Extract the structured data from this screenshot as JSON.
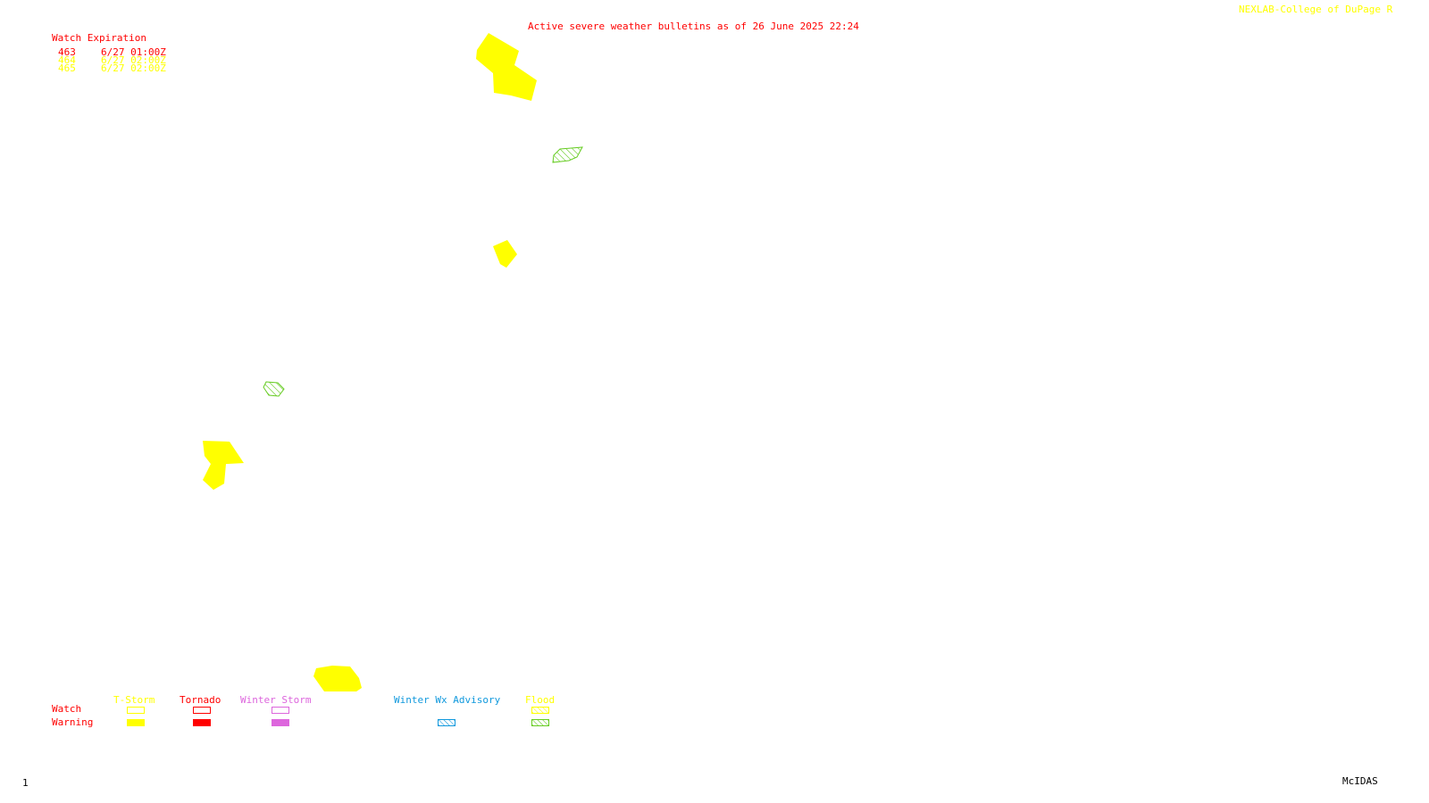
{
  "colors": {
    "red": "#ff0000",
    "yellow": "#ffff00",
    "magenta": "#dd66dd",
    "cyan": "#1199dd",
    "green": "#66cc22",
    "black": "#000000"
  },
  "header": {
    "title": "Active severe weather bulletins as of 26 June 2025 22:24",
    "credit": "NEXLAB-College of DuPage R"
  },
  "watch_table": {
    "heading": "Watch Expiration",
    "rows": [
      {
        "id": "463",
        "expires": "6/27 01:00Z",
        "color": "#ff0000"
      },
      {
        "id": "464",
        "expires": "6/27 02:00Z",
        "color": "#ffff00"
      },
      {
        "id": "465",
        "expires": "6/27 02:00Z",
        "color": "#ffff00"
      }
    ]
  },
  "legend": {
    "row_labels": {
      "watch": "Watch",
      "warning": "Warning"
    },
    "columns": [
      {
        "label": "T-Storm",
        "color": "#ffff00",
        "watch_style": "outline",
        "warning_style": "solid"
      },
      {
        "label": "Tornado",
        "color": "#ff0000",
        "watch_style": "outline",
        "warning_style": "solid"
      },
      {
        "label": "Winter Storm",
        "color": "#dd66dd",
        "watch_style": "outline",
        "warning_style": "solid"
      },
      {
        "label": "Winter Wx Advisory",
        "color": "#1199dd",
        "watch_style": "none",
        "warning_style": "hatched"
      },
      {
        "label": "Flood",
        "color": "#ffff00",
        "watch_style": "hatched",
        "warning_style": "hatched",
        "warning_color": "#66cc22"
      }
    ]
  },
  "map_features": [
    {
      "kind": "tstorm-warning",
      "color": "#ffff00",
      "style": "solid"
    },
    {
      "kind": "flood-warning",
      "color": "#66cc22",
      "style": "hatched"
    },
    {
      "kind": "tstorm-warning",
      "color": "#ffff00",
      "style": "solid"
    },
    {
      "kind": "flood-warning",
      "color": "#66cc22",
      "style": "hatched"
    },
    {
      "kind": "tstorm-warning",
      "color": "#ffff00",
      "style": "solid"
    },
    {
      "kind": "tstorm-warning",
      "color": "#ffff00",
      "style": "solid"
    }
  ],
  "footer": {
    "frame_number": "1",
    "software": "McIDAS"
  }
}
